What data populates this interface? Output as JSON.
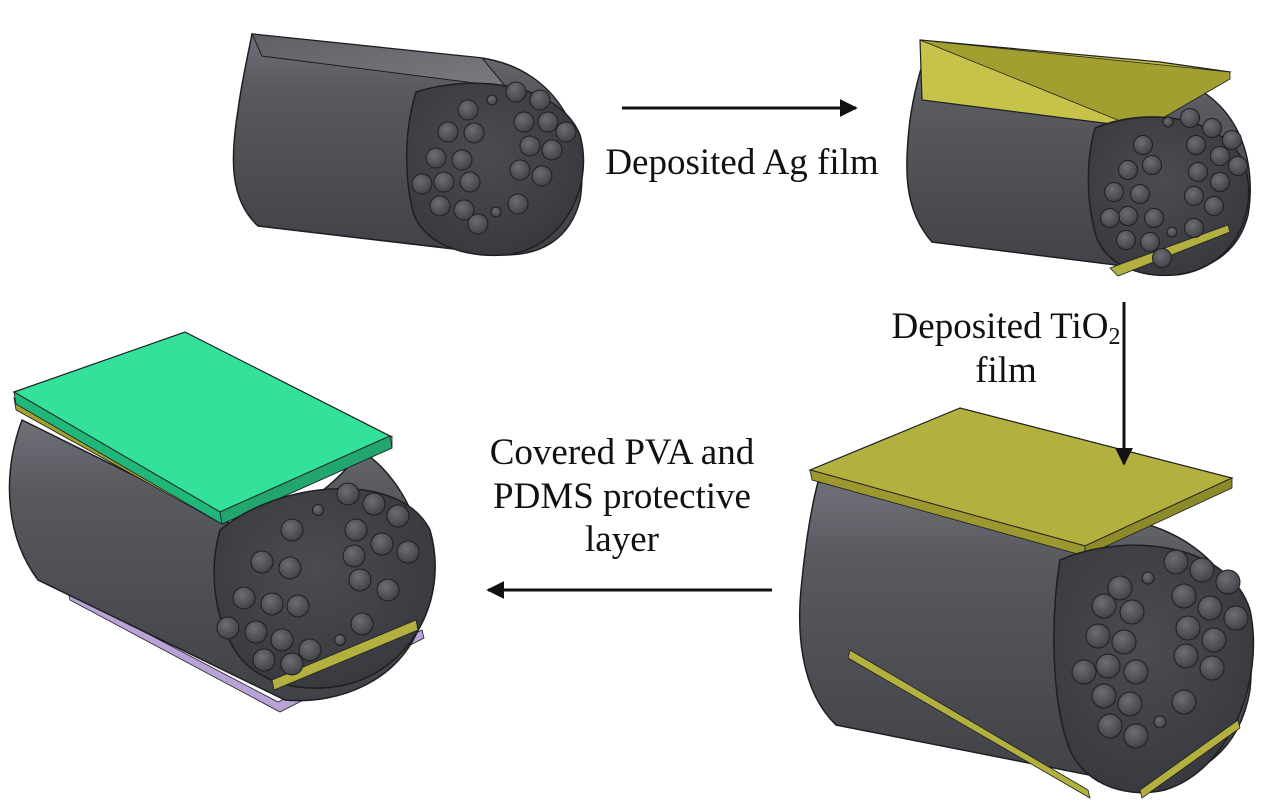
{
  "labels": {
    "step1": "Deposited Ag film",
    "step2_line1_prefix": "Deposited TiO",
    "step2_line1_subscript": "2",
    "step2_line2": "film",
    "step3_line1": "Covered PVA and",
    "step3_line2": "PDMS protective",
    "step3_line3": "layer"
  },
  "colors": {
    "fiber_body": "#4f5157",
    "fiber_top": "#6b6c72",
    "fiber_end_face": "#414349",
    "hole": "#5c5e64",
    "ag_film": "#c7c34a",
    "tio2_film": "#b2b03e",
    "pva_pdms_layer": "#33e19a",
    "bottom_pdms": "#b7a3d6",
    "arrow": "#111111",
    "text": "#111111"
  },
  "stages": [
    {
      "name": "bare-fiber",
      "films": []
    },
    {
      "name": "ag-coated-fiber",
      "films": [
        "ag_film"
      ]
    },
    {
      "name": "tio2-coated-fiber",
      "films": [
        "ag_film",
        "tio2_film"
      ]
    },
    {
      "name": "pva-pdms-covered-fiber",
      "films": [
        "ag_film",
        "tio2_film",
        "pva_pdms_layer"
      ]
    }
  ]
}
